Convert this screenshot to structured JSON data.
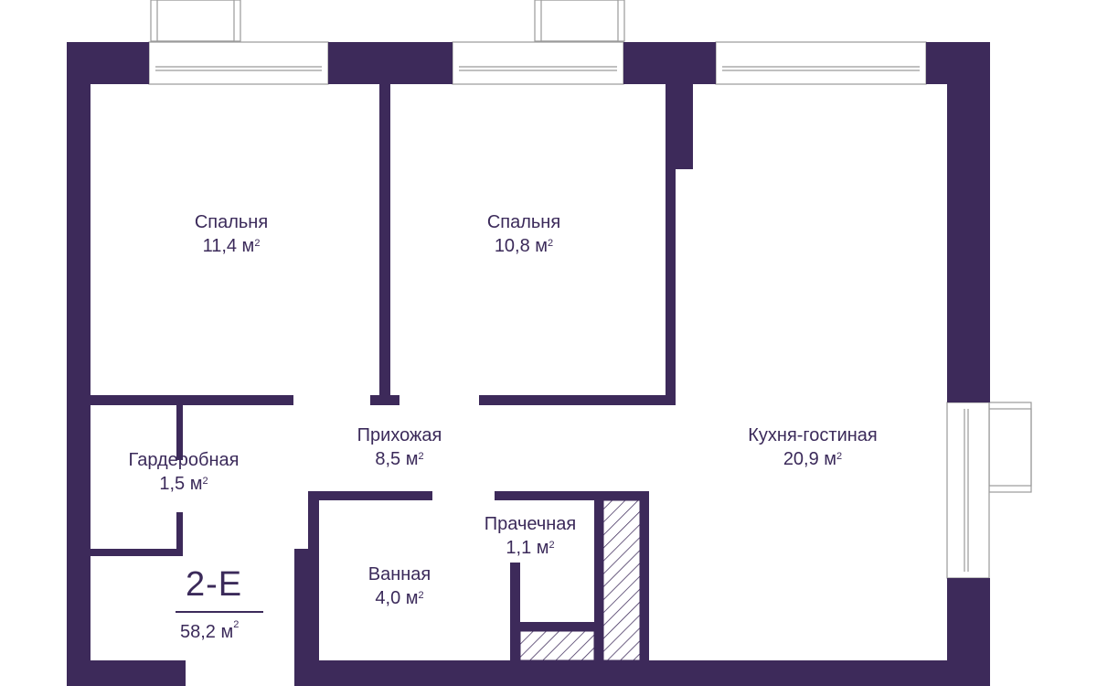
{
  "colors": {
    "wall": "#3d2a5a",
    "text": "#3b2a5a",
    "window": "#9a9a9a",
    "hatch": "#3d2a5a"
  },
  "rooms": [
    {
      "id": "bedroom-1",
      "name": "Спальня",
      "area": "11,4 м",
      "unit_sup": "2"
    },
    {
      "id": "bedroom-2",
      "name": "Спальня",
      "area": "10,8 м",
      "unit_sup": "2"
    },
    {
      "id": "hallway",
      "name": "Прихожая",
      "area": "8,5 м",
      "unit_sup": "2"
    },
    {
      "id": "kitchen-living",
      "name": "Кухня-гостиная",
      "area": "20,9 м",
      "unit_sup": "2"
    },
    {
      "id": "wardrobe",
      "name": "Гардеробная",
      "area": "1,5 м",
      "unit_sup": "2"
    },
    {
      "id": "laundry",
      "name": "Прачечная",
      "area": "1,1 м",
      "unit_sup": "2"
    },
    {
      "id": "bathroom",
      "name": "Ванная",
      "area": "4,0 м",
      "unit_sup": "2"
    }
  ],
  "apartment": {
    "code": "2-Е",
    "total_area": "58,2 м",
    "unit_sup": "2"
  }
}
